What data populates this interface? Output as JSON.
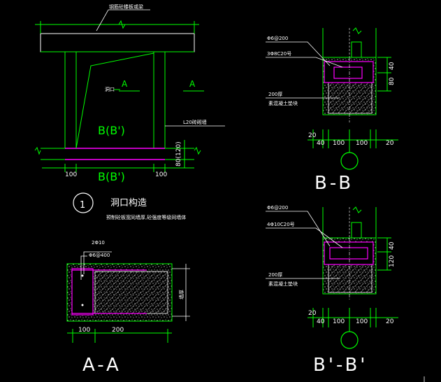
{
  "labels": {
    "top_beam_note": "钢筋砼楼板或梁",
    "hole_label": "洞口",
    "sec_a_left": "A",
    "sec_a_right": "A",
    "b_label_mid": "B(B')",
    "b_label_bottom": "B(B')",
    "wall_note": "L20砖砌墙",
    "dim_left_100": "100",
    "dim_right_100": "100",
    "dim_right_vertical": "80(120)",
    "detail_number": "1",
    "detail_title": "洞口构造",
    "detail_subtitle": "预制砼板宽同墙厚,砼强度等级同墙体",
    "aa_rebar_top": "2Φ10",
    "aa_stirrup": "Φ6@400",
    "aa_dim_100": "100",
    "aa_dim_200": "200",
    "aa_dim_vertical": "墙厚",
    "aa_title": "A-A",
    "bb_stirrup": "Φ6@200",
    "bb_rebar": "3Φ8C20号",
    "bb_dim_40": "40",
    "bb_dim_80": "80",
    "bb_plaster": "200厚",
    "bb_plaster2": "素混凝土垫块",
    "bb_dim_20a": "20",
    "bb_dim_40b": "40",
    "bb_dim_100": "100",
    "bb_dim_100b": "100",
    "bb_dim_20b": "20",
    "bb_title": "B-B",
    "bpb_stirrup": "Φ6@200",
    "bpb_rebar": "4Φ10C20号",
    "bpb_dim_40": "40",
    "bpb_dim_120": "120",
    "bpb_plaster": "200厚",
    "bpb_plaster2": "素混凝土垫块",
    "bpb_dim_20a": "20",
    "bpb_dim_40b": "40",
    "bpb_dim_100": "100",
    "bpb_dim_100b": "100",
    "bpb_dim_20b": "20",
    "bpb_title": "B'-B'"
  },
  "colors": {
    "green": "#00ff00",
    "magenta": "#ff00ff",
    "white": "#ffffff",
    "background": "#000000"
  }
}
